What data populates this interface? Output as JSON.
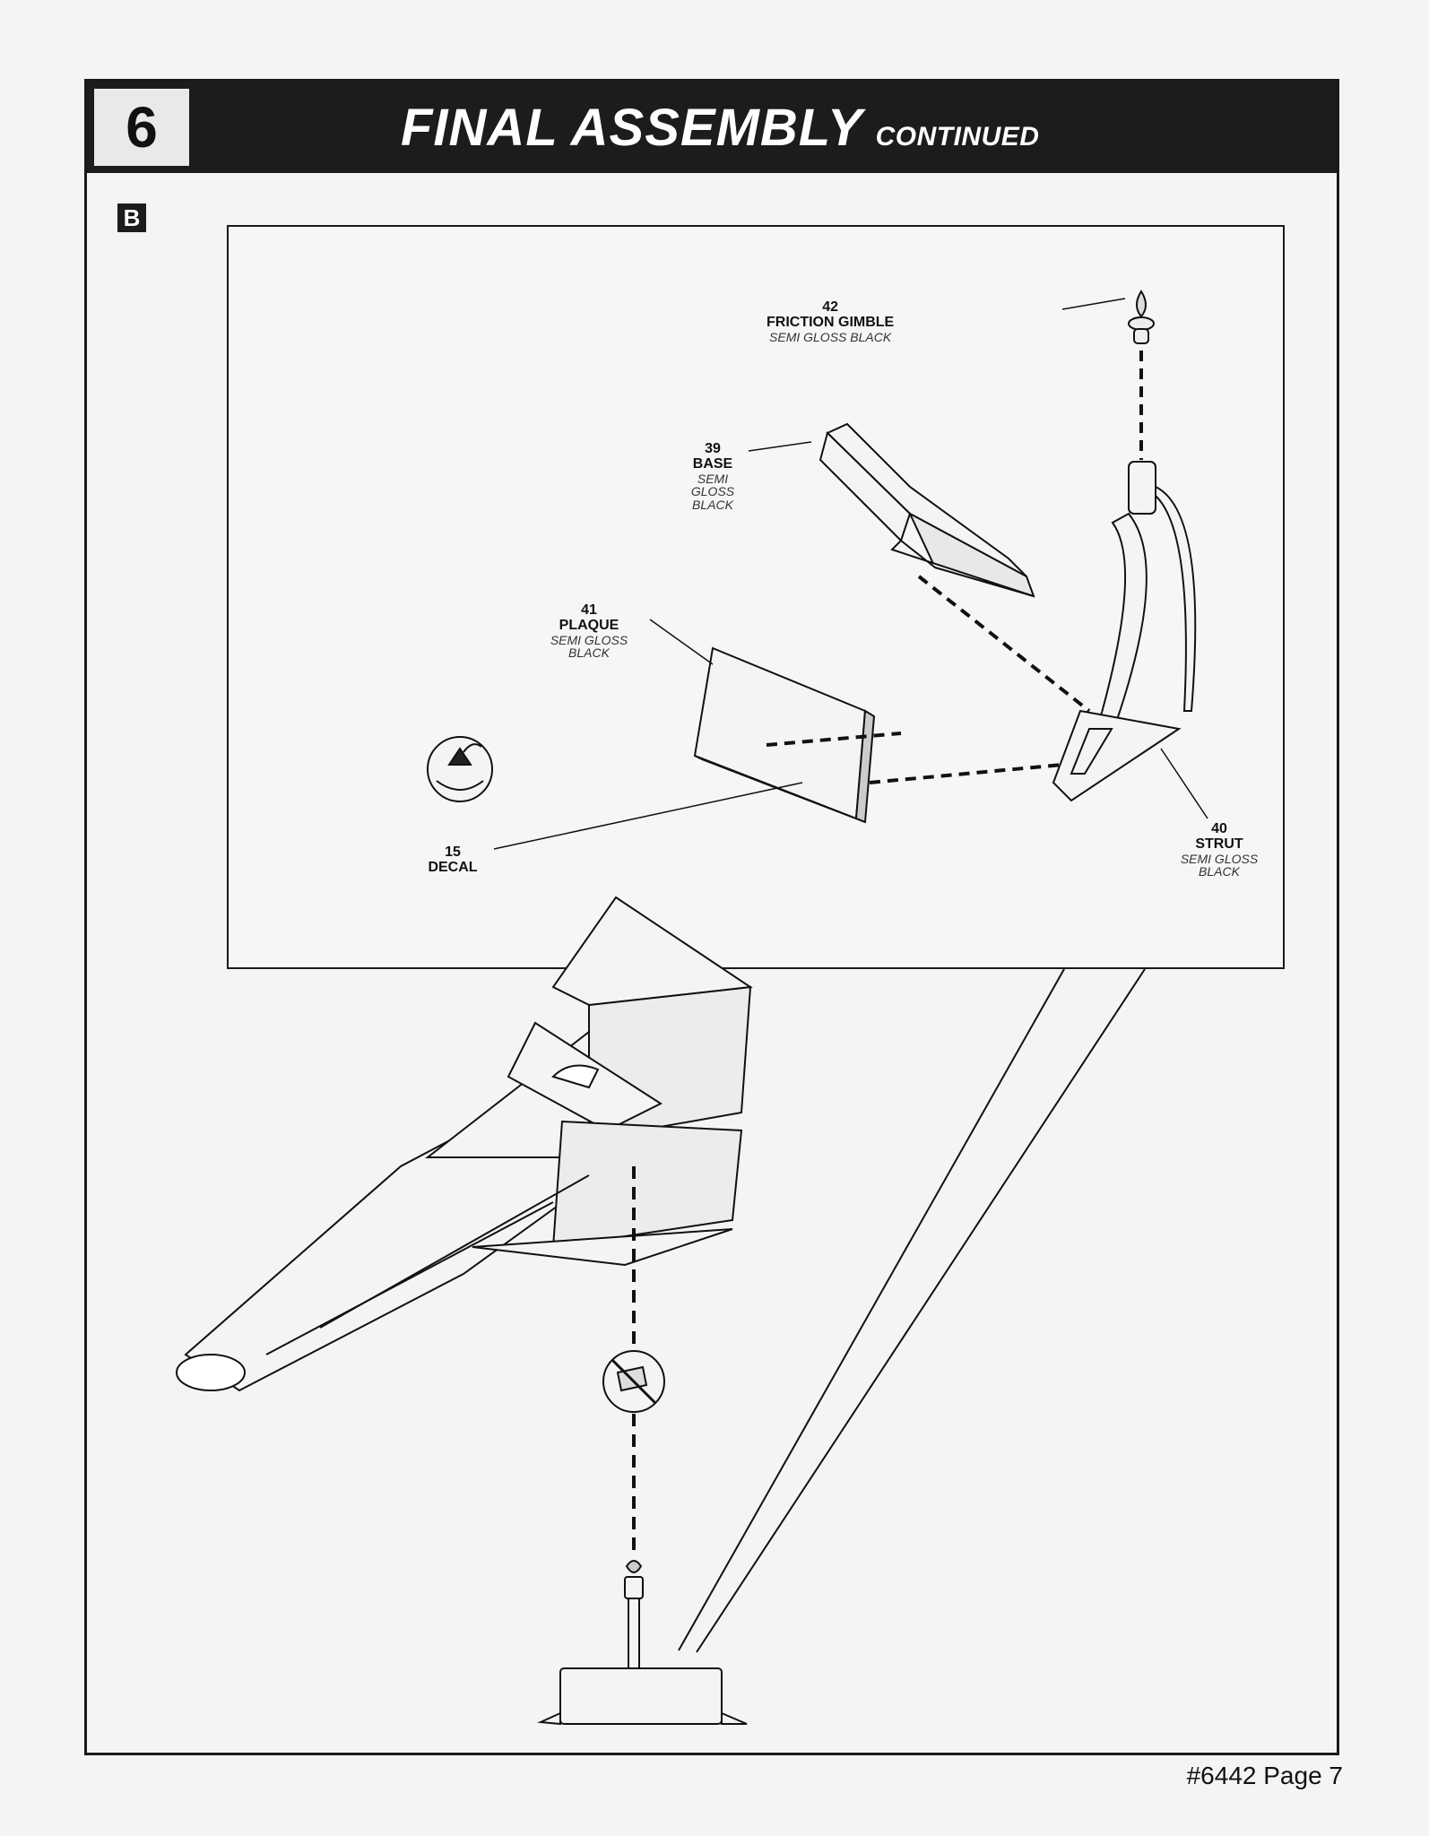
{
  "header": {
    "step_number": "6",
    "title": "FINAL ASSEMBLY",
    "title_suffix": "CONTINUED"
  },
  "sub_step": "B",
  "parts": {
    "gimble": {
      "number": "42",
      "name": "FRICTION GIMBLE",
      "paint": "SEMI GLOSS BLACK"
    },
    "base": {
      "number": "39",
      "name": "BASE",
      "paint": "SEMI GLOSS BLACK"
    },
    "plaque": {
      "number": "41",
      "name": "PLAQUE",
      "paint": "SEMI GLOSS BLACK"
    },
    "strut": {
      "number": "40",
      "name": "STRUT",
      "paint": "SEMI GLOSS BLACK"
    },
    "decal": {
      "number": "15",
      "name": "DECAL"
    }
  },
  "icons": [
    "decal-water-icon",
    "no-glue-icon"
  ],
  "footer": {
    "page_number": "#6442 Page 7"
  }
}
